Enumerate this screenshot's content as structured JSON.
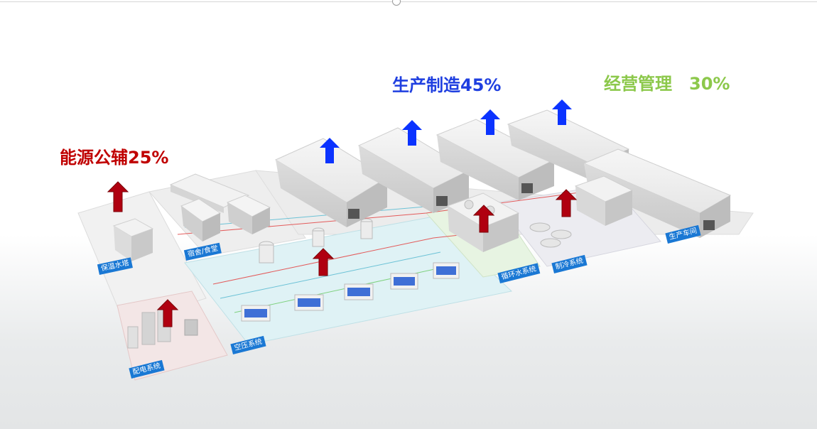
{
  "categories": {
    "energy": "能源公辅25%",
    "manufacturing": "生产制造45%",
    "management": "经营管理　30%"
  },
  "areas": {
    "insulation_tower": "保温水塔",
    "dormitory": "宿舍/食堂",
    "power_distribution": "配电系统",
    "air_compression": "空压系统",
    "circulating_water": "循环水系统",
    "refrigeration": "制冷系统",
    "workshop": "生产车间"
  },
  "colors": {
    "energy_red": "#c00000",
    "manufacturing_blue": "#1f3fe0",
    "management_green": "#8cc84b",
    "label_bg": "#1a78d4",
    "arrow_red": "#b00010",
    "arrow_blue": "#0b33ff"
  },
  "icons": [
    "up-arrow-red-icon",
    "up-arrow-blue-icon"
  ]
}
